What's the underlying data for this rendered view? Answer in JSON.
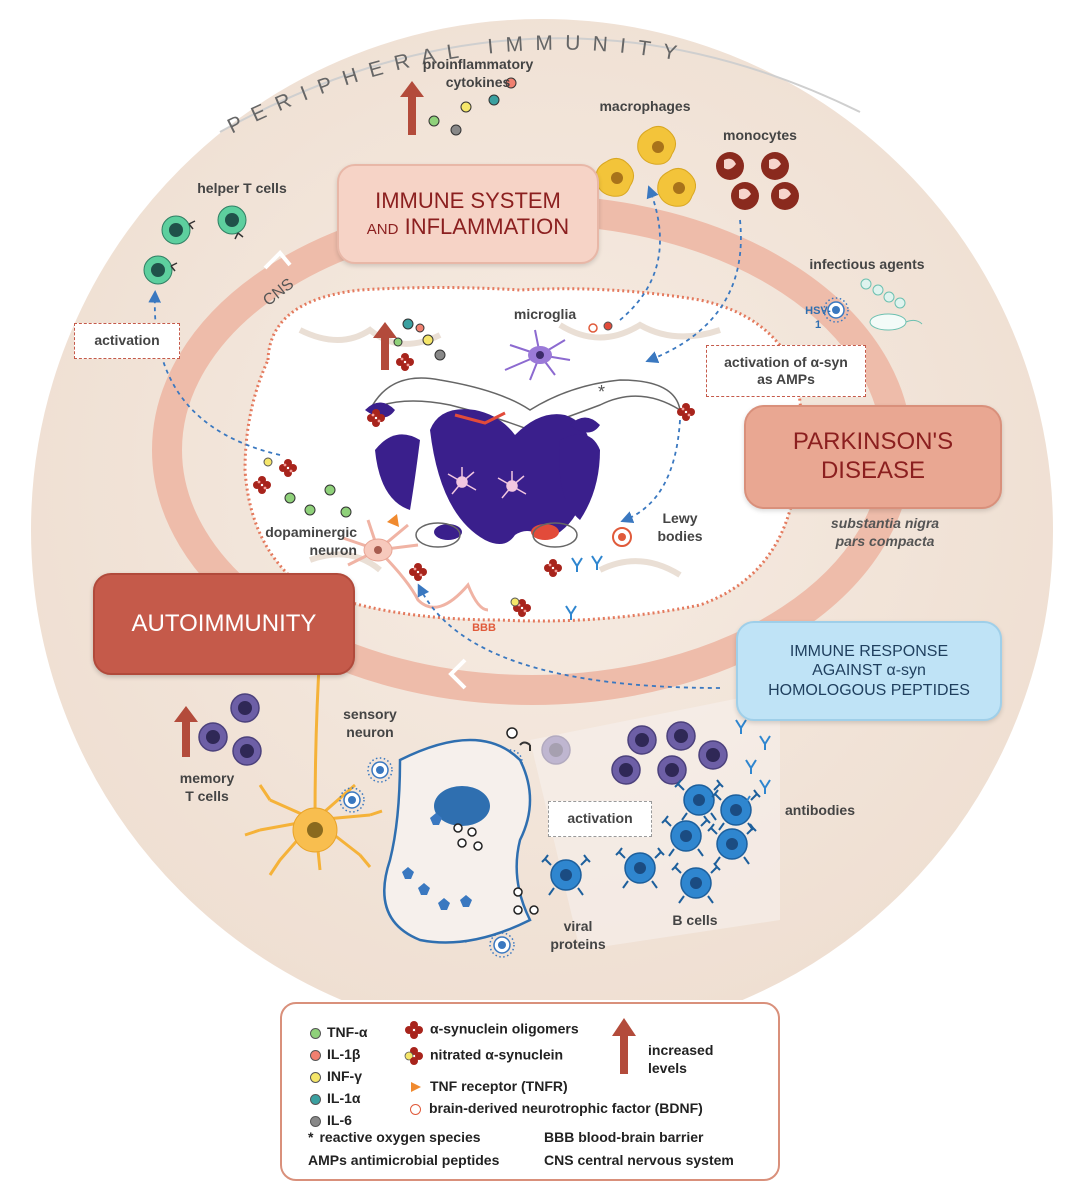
{
  "ring_text": "PERIPHERAL IMMUNITY",
  "boxes": {
    "immune_line1": "IMMUNE SYSTEM",
    "immune_and": "AND",
    "immune_line2": "INFLAMMATION",
    "parkinson": "PARKINSON'S\nDISEASE",
    "autoimmunity": "AUTOIMMUNITY",
    "immune_response": "IMMUNE RESPONSE\nAGAINST α-syn\nHOMOLOGOUS PEPTIDES"
  },
  "dashed_boxes": {
    "activation_top": "activation",
    "activation_amps": "activation of α-syn\nas AMPs",
    "activation_bottom": "activation"
  },
  "labels": {
    "proinflammatory": "proinflammatory\ncytokines",
    "macrophages": "macrophages",
    "monocytes": "monocytes",
    "helper_t": "helper T cells",
    "infectious": "infectious agents",
    "hsv": "HSV-1",
    "cns": "CNS",
    "microglia": "microglia",
    "dopaminergic": "dopaminergic\nneuron",
    "lewy": "Lewy\nbodies",
    "bbb": "BBB",
    "snpc": "substantia nigra\npars compacta",
    "sensory": "sensory\nneuron",
    "memory_t": "memory\nT cells",
    "antibodies": "antibodies",
    "b_cells": "B cells",
    "viral": "viral\nproteins"
  },
  "legend": {
    "tnf": "TNF-α",
    "il1b": "IL-1β",
    "infg": "INF-γ",
    "il1a": "IL-1α",
    "il6": "IL-6",
    "oligomers": "α-synuclein oligomers",
    "nitrated": "nitrated α-synuclein",
    "tnfr": "TNF receptor (TNFR)",
    "bdnf": "brain-derived neurotrophic factor (BDNF)",
    "increased": "increased\nlevels",
    "ros": "reactive oxygen species",
    "bbb": "BBB blood-brain barrier",
    "amps": "AMPs antimicrobial peptides",
    "cns": "CNS central nervous system"
  },
  "colors": {
    "tnf": "#8fd17a",
    "il1b": "#f08070",
    "infg": "#f5e66a",
    "il1a": "#3aa0a0",
    "il6": "#888888",
    "ring": "#efc2b3",
    "background": "#f3e7dc",
    "bdnf": "#e05a3a",
    "arrow": "#b34b3b"
  }
}
